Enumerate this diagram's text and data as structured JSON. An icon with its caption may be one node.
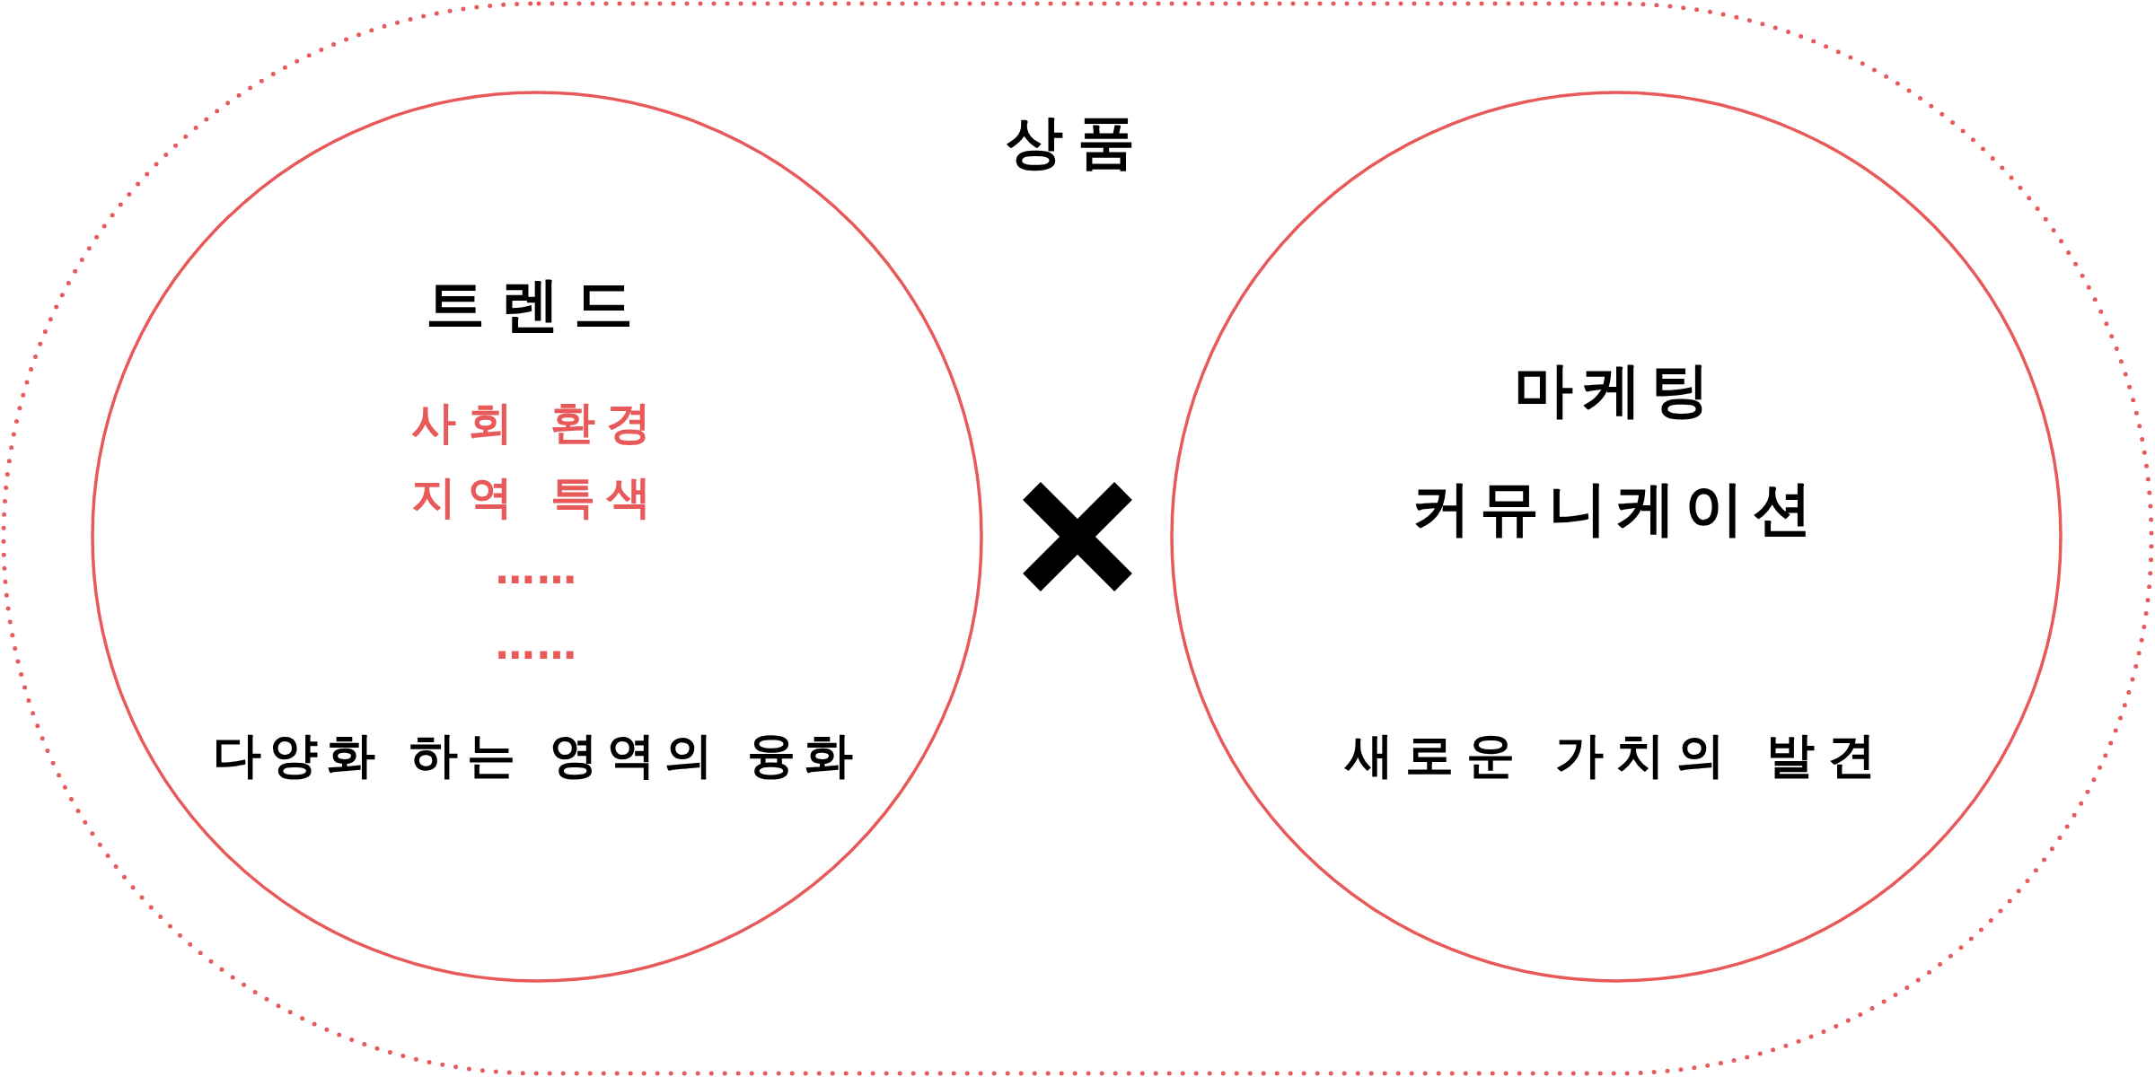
{
  "diagram": {
    "nodes": [
      {
        "text": [
          "상품"
        ]
      },
      {
        "text": [
          "트렌드",
          "사회 환경",
          "지역 특색",
          "……",
          "……",
          "다양화 하는 영역의 융화"
        ],
        "in": 0
      },
      {
        "text": [
          "마케팅 커뮤니케이션",
          "새로운 가치의 발견"
        ],
        "in": 0
      }
    ]
  }
}
